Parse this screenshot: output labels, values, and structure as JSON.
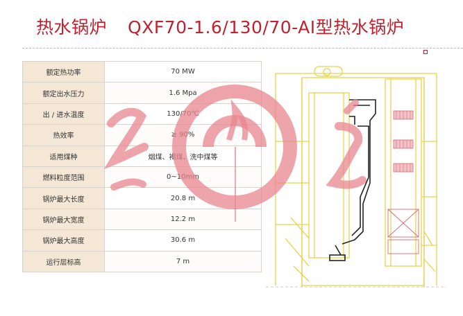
{
  "header": {
    "title_cn": "热水锅炉",
    "title_model": "QXF70-1.6/130/70-AⅠ型热水锅炉"
  },
  "specs": {
    "rows": [
      {
        "label": "额定热功率",
        "value": "70 MW"
      },
      {
        "label": "额定出水压力",
        "value": "1.6 Mpa"
      },
      {
        "label": "出 / 进水温度",
        "value": "130/70℃"
      },
      {
        "label": "热效率",
        "value": "≥ 90%"
      },
      {
        "label": "适用煤种",
        "value": "烟煤、褐煤、洗中煤等"
      },
      {
        "label": "燃料粒度范围",
        "value": "0~10mm"
      },
      {
        "label": "锅炉最大长度",
        "value": "20.8 m"
      },
      {
        "label": "锅炉最大宽度",
        "value": "12.2 m"
      },
      {
        "label": "锅炉最大高度",
        "value": "30.6 m"
      },
      {
        "label": "运行层标高",
        "value": "7 m"
      }
    ]
  },
  "colors": {
    "brand_red": "#c0212f",
    "label_bg": "#f4e7d5",
    "drawing_yellow": "#e8d24a",
    "watermark_red": "#e8868f"
  },
  "icons": {
    "watermark": "hongxing-logo-watermark",
    "drawing": "boiler-elevation-drawing"
  }
}
